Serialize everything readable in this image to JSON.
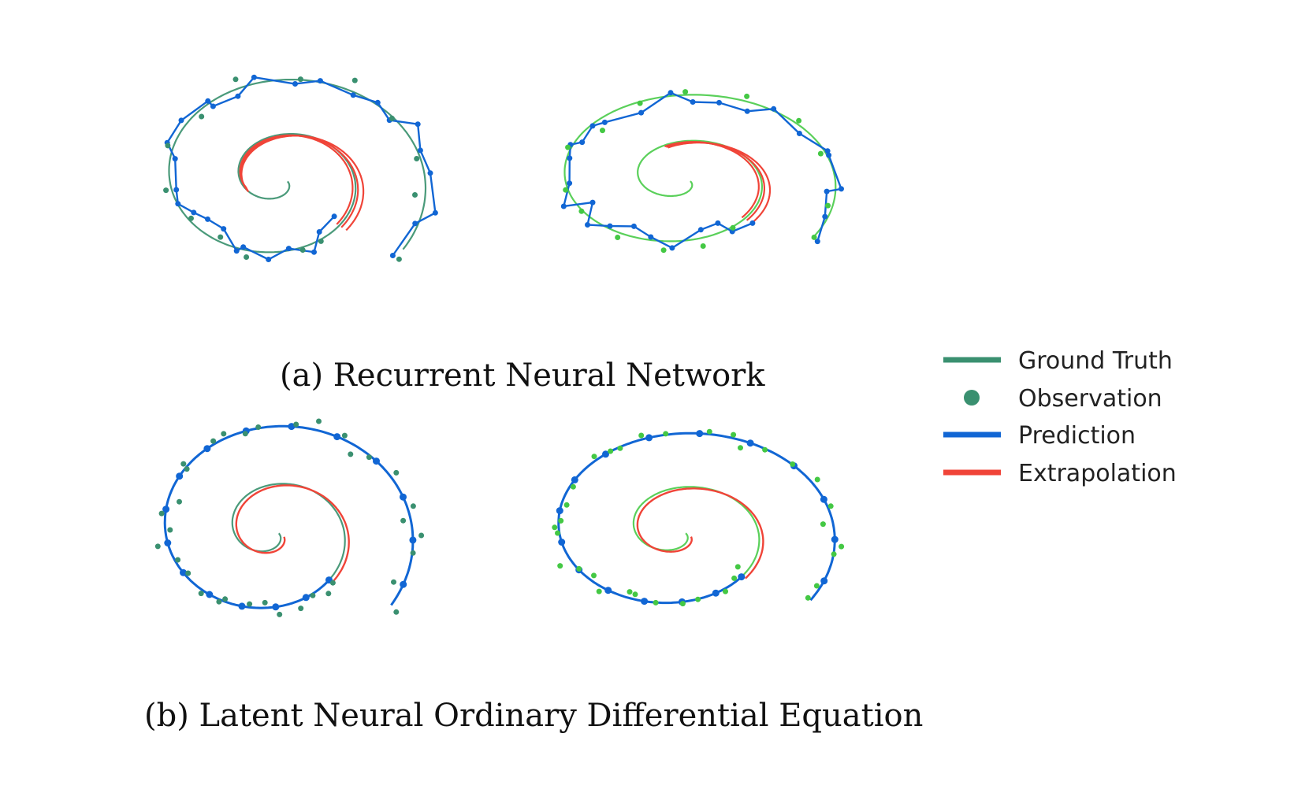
{
  "figure": {
    "caption_a": "(a) Recurrent Neural Network",
    "caption_b": "(b) Latent Neural Ordinary Differential Equation",
    "legend": {
      "items": [
        {
          "label": "Ground Truth",
          "kind": "line",
          "color": "#3a9070"
        },
        {
          "label": "Observation",
          "kind": "dot",
          "color": "#3a9070"
        },
        {
          "label": "Prediction",
          "kind": "line",
          "color": "#1166d4"
        },
        {
          "label": "Extrapolation",
          "kind": "line",
          "color": "#f04438"
        }
      ]
    },
    "colors": {
      "ground_truth_dark": "#4a9a7a",
      "ground_truth_light": "#5ad05a",
      "observation_dark": "#3a9070",
      "observation_light": "#44c844",
      "prediction": "#1166d4",
      "extrapolation": "#f04438"
    }
  }
}
